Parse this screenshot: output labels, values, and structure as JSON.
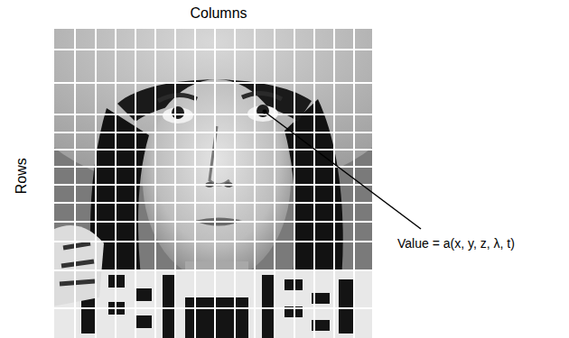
{
  "diagram": {
    "labels": [
      "Columns",
      "Rows",
      "Value = a(x, y, z, λ, t)"
    ]
  }
}
